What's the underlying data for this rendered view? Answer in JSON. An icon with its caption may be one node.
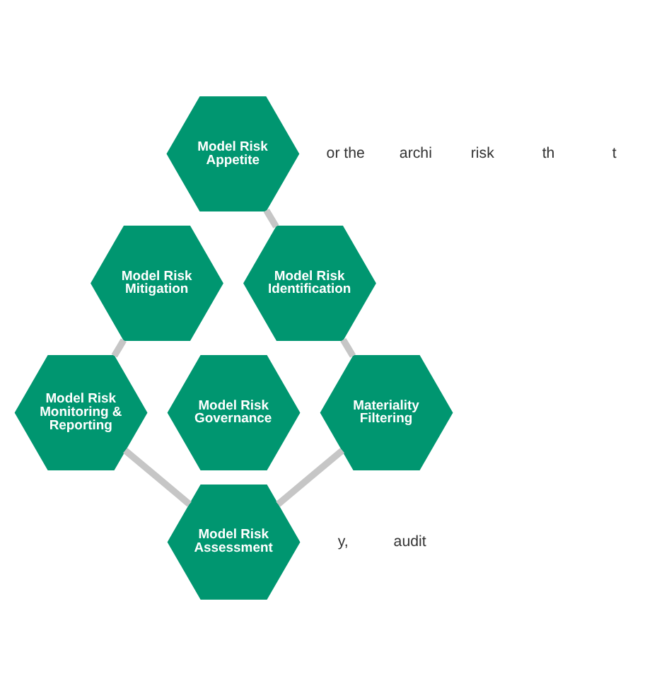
{
  "diagram": {
    "nodes": [
      {
        "text": [
          "Model Risk Appetite"
        ]
      },
      {
        "text": [
          "Model Risk Mitigation"
        ]
      },
      {
        "text": [
          "Model Risk Identification"
        ]
      },
      {
        "text": [
          "Model Risk Governance"
        ]
      },
      {
        "text": [
          "Model Risk Monitoring & Reporting"
        ]
      },
      {
        "text": [
          "Materiality Filtering"
        ]
      },
      {
        "text": [
          "Model Risk Assessment"
        ]
      }
    ],
    "edges": [
      {
        "from": 0,
        "to": 2,
        "arrow": "none"
      },
      {
        "from": 2,
        "to": 5,
        "arrow": "none"
      },
      {
        "from": 5,
        "to": 6,
        "arrow": "none"
      },
      {
        "from": 6,
        "to": 4,
        "arrow": "none"
      },
      {
        "from": 4,
        "to": 1,
        "arrow": "none"
      }
    ],
    "labels": [
      "or the",
      "archi",
      "risk",
      "th",
      "t",
      "y,",
      "audit"
    ]
  }
}
